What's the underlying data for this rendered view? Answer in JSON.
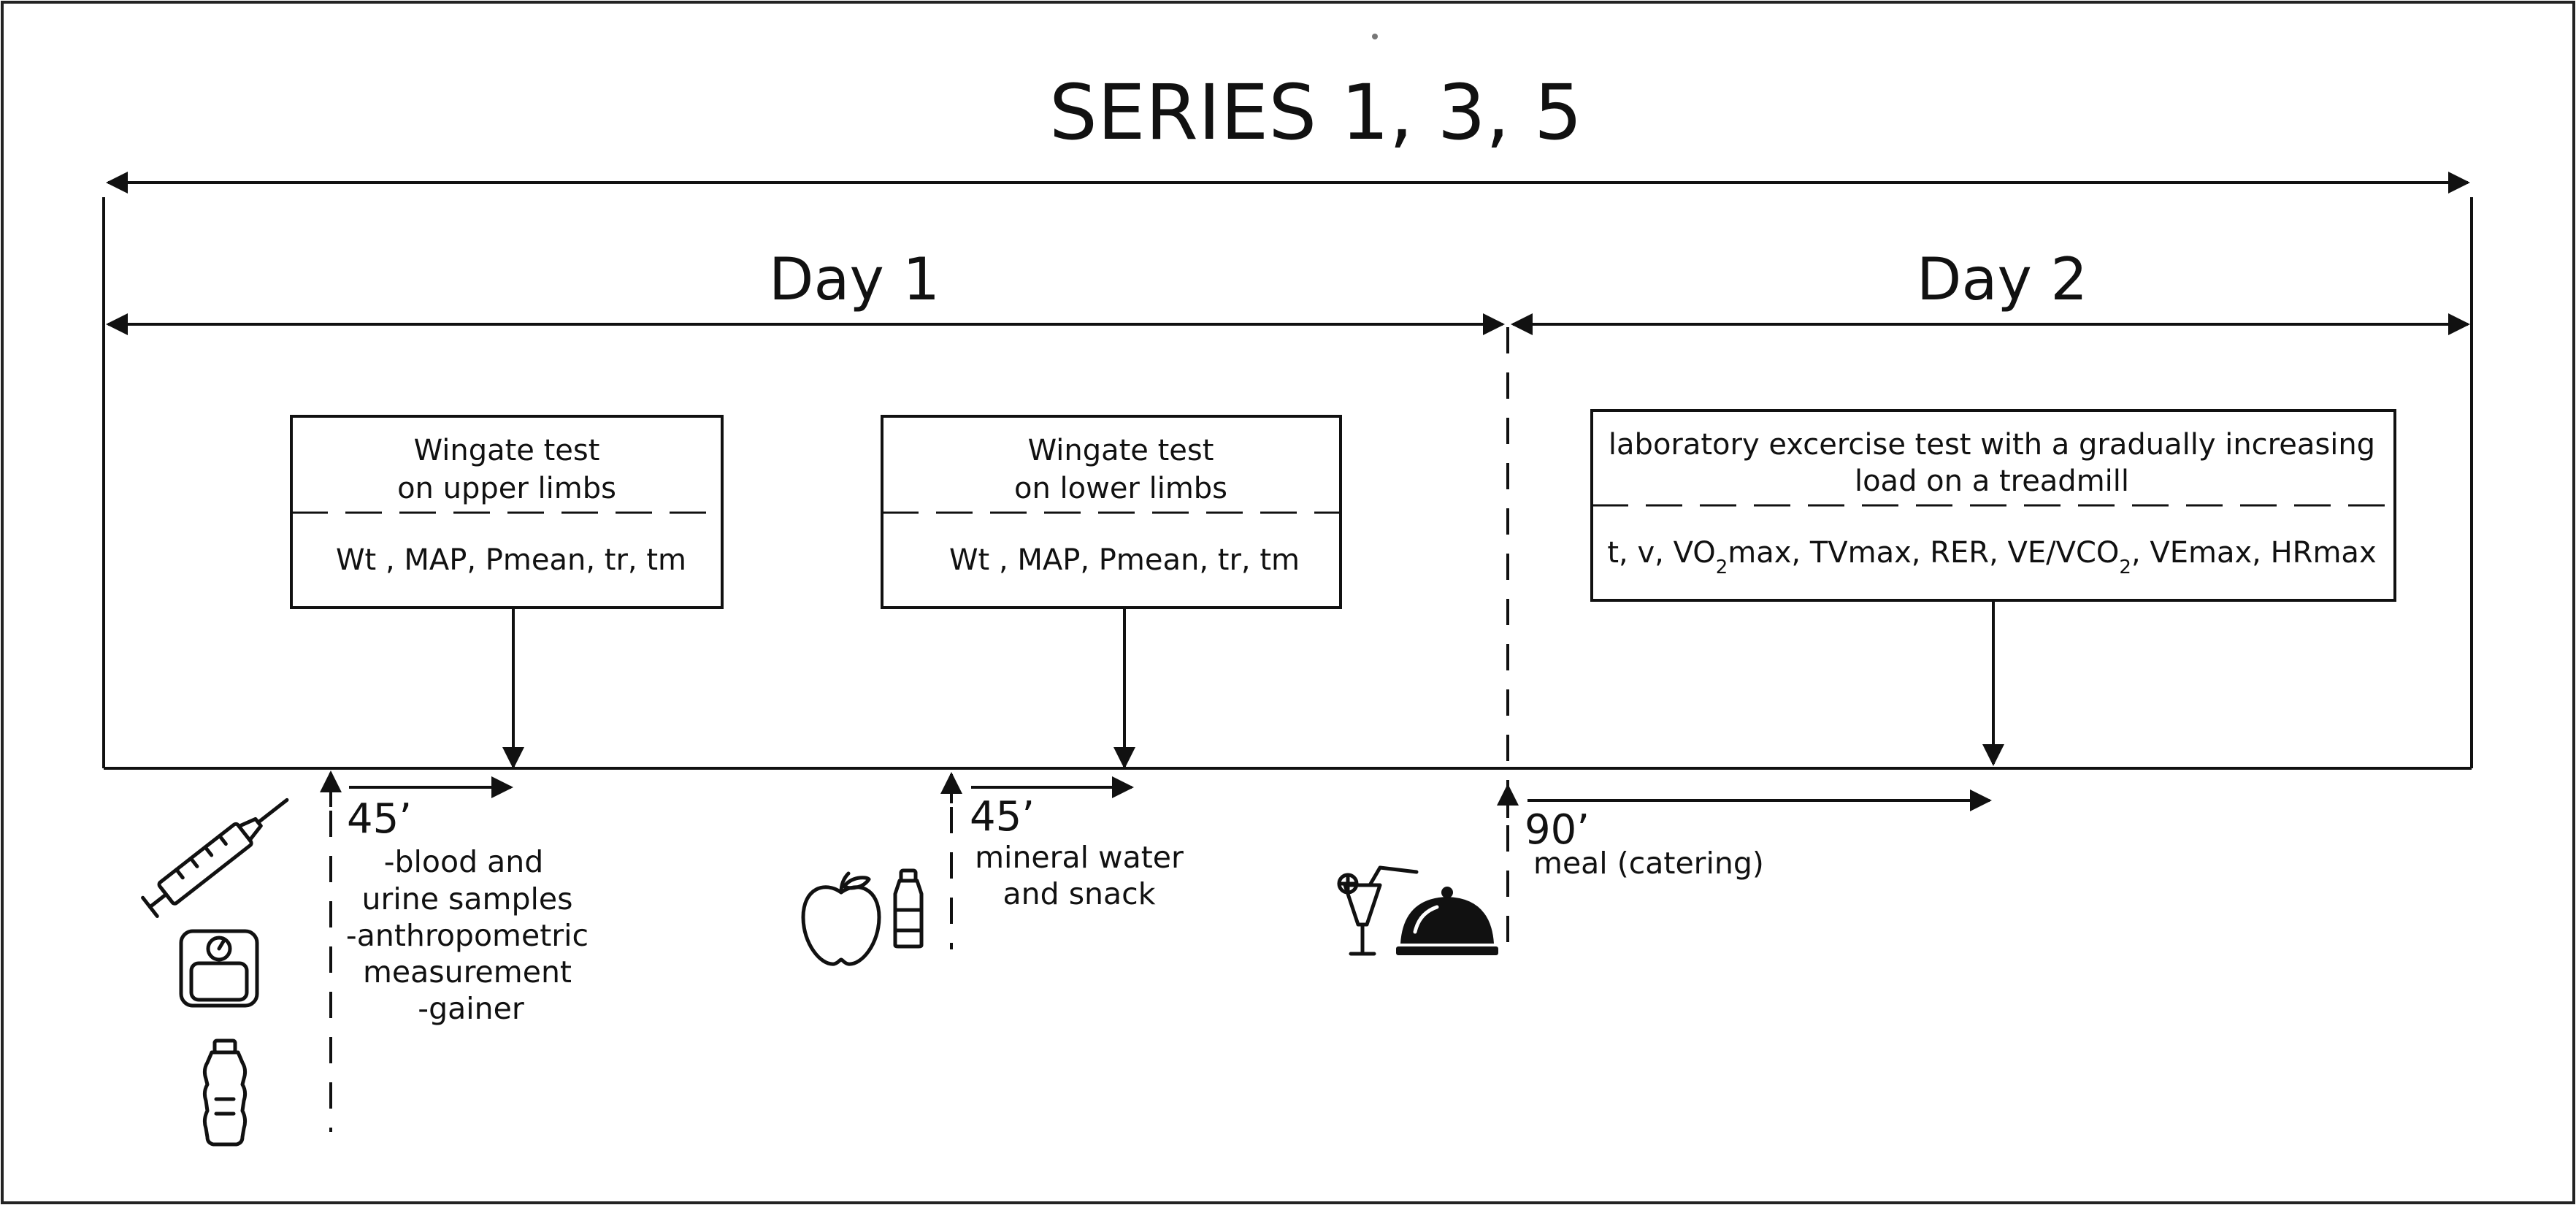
{
  "title": "SERIES 1, 3, 5",
  "days": {
    "day1": "Day 1",
    "day2": "Day 2"
  },
  "boxes": {
    "upper": {
      "title_line1": "Wingate test",
      "title_line2": "on upper limbs",
      "params": "Wt , MAP, Pmean, tr, tm"
    },
    "lower": {
      "title_line1": "Wingate test",
      "title_line2": "on lower limbs",
      "params": "Wt , MAP, Pmean, tr, tm"
    },
    "treadmill": {
      "title_line1": "laboratory excercise test with a gradually increasing",
      "title_line2": "load on a treadmill",
      "params_prefix": "t, v, VO",
      "params_sub1": "2",
      "params_mid": "max, TVmax, RER, VE/VCO",
      "params_sub2": "2",
      "params_suffix": ", VEmax, HRmax"
    }
  },
  "phases": {
    "p1": {
      "duration": "45’",
      "lines": [
        "-blood and",
        "urine samples",
        "-anthropometric",
        "measurement",
        "-gainer"
      ]
    },
    "p2": {
      "duration": "45’",
      "lines": [
        "mineral water",
        "and snack"
      ]
    },
    "p3": {
      "duration": "90’",
      "lines": [
        "meal (catering)"
      ]
    }
  },
  "icons": [
    "syringe-icon",
    "scale-icon",
    "bottle-icon",
    "apple-icon",
    "water-bottle-icon",
    "cocktail-icon",
    "cloche-icon"
  ]
}
